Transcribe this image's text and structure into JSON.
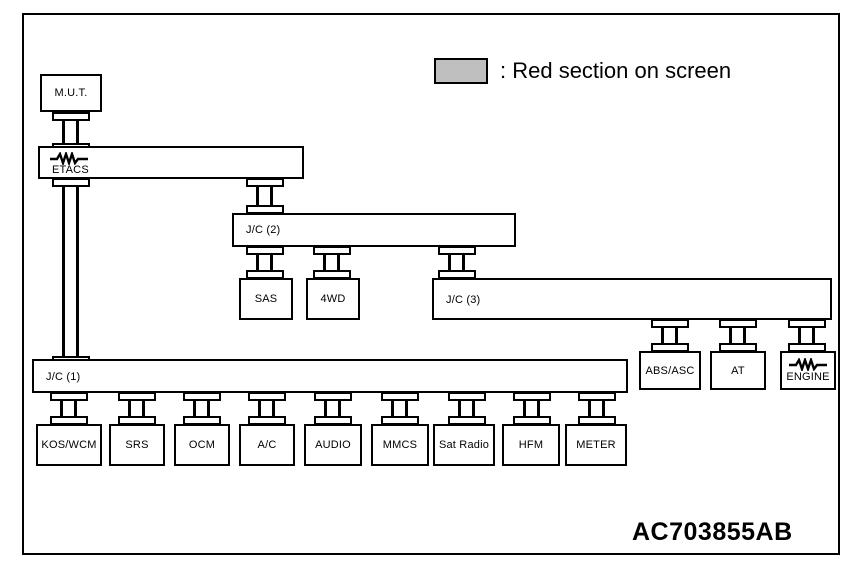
{
  "diagram": {
    "reference_code": "AC703855AB",
    "legend": {
      "swatch_color": "#bfbfbf",
      "text": ": Red section on screen"
    },
    "nodes": {
      "mut": {
        "label": "M.U.T."
      },
      "etacs": {
        "label": "ETACS"
      },
      "jc2": {
        "label": "J/C (2)"
      },
      "sas": {
        "label": "SAS"
      },
      "fourwd": {
        "label": "4WD"
      },
      "jc3": {
        "label": "J/C (3)"
      },
      "jc1": {
        "label": "J/C (1)"
      },
      "abs_asc": {
        "label": "ABS/ASC"
      },
      "at": {
        "label": "AT"
      },
      "engine": {
        "label": "ENGINE"
      },
      "kos_wcm": {
        "label": "KOS/WCM"
      },
      "srs": {
        "label": "SRS"
      },
      "ocm": {
        "label": "OCM"
      },
      "ac": {
        "label": "A/C"
      },
      "audio": {
        "label": "AUDIO"
      },
      "mmcs": {
        "label": "MMCS"
      },
      "sat_radio": {
        "label": "Sat Radio"
      },
      "hfm": {
        "label": "HFM"
      },
      "meter": {
        "label": "METER"
      }
    },
    "colors": {
      "line": "#000000",
      "background": "#ffffff",
      "highlight": "#bfbfbf"
    }
  }
}
